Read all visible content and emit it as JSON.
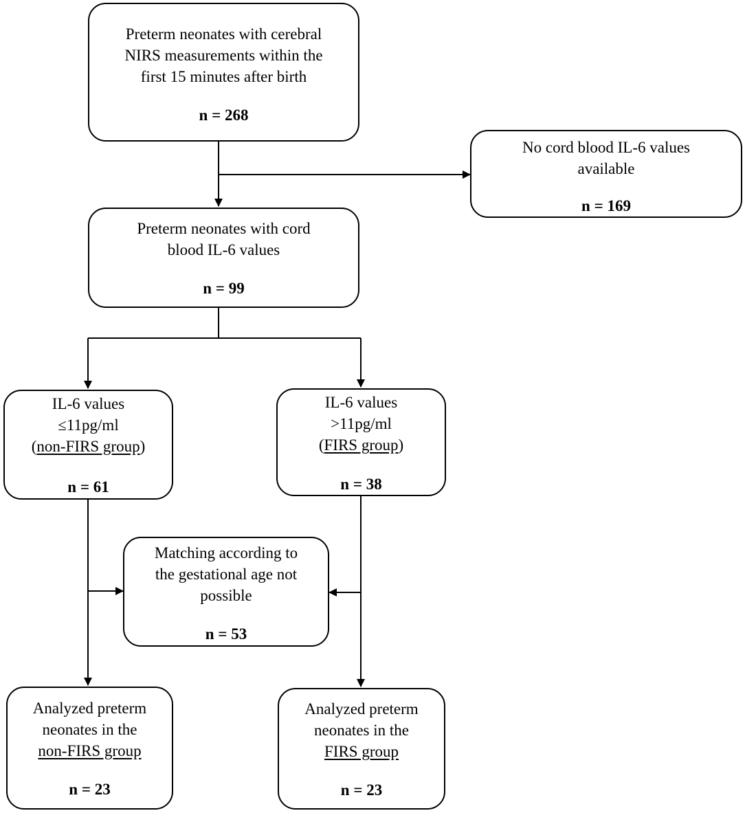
{
  "boxes": {
    "start": {
      "lines": [
        "Preterm neonates with cerebral",
        "NIRS measurements within the",
        "first 15 minutes after birth"
      ],
      "n": "n = 268"
    },
    "excluded_no_il6": {
      "lines": [
        "No cord blood IL-6 values",
        "available"
      ],
      "n": "n = 169"
    },
    "with_il6": {
      "lines": [
        "Preterm neonates with cord",
        "blood IL-6 values"
      ],
      "n": "n = 99"
    },
    "non_firs": {
      "line1": "IL-6 values",
      "line2": "≤11pg/ml",
      "line3_open": "(",
      "line3_group": "non-FIRS group",
      "line3_close": ")",
      "n": "n = 61"
    },
    "firs": {
      "line1": "IL-6 values",
      "line2": ">11pg/ml",
      "line3_open": "(",
      "line3_group": "FIRS group",
      "line3_close": ")",
      "n": "n = 38"
    },
    "matching_excluded": {
      "lines": [
        "Matching according to",
        "the gestational age not",
        "possible"
      ],
      "n": "n = 53"
    },
    "analyzed_non_firs": {
      "line1": "Analyzed preterm",
      "line2": "neonates in the",
      "group": "non-FIRS group",
      "n": "n = 23"
    },
    "analyzed_firs": {
      "line1": "Analyzed preterm",
      "line2": "neonates in the",
      "group": "FIRS group",
      "n": "n = 23"
    }
  }
}
